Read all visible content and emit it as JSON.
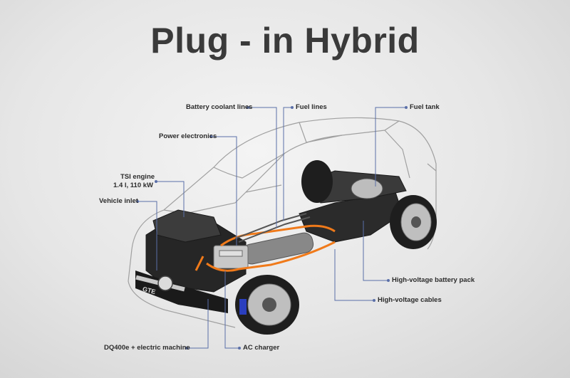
{
  "title": "Plug - in Hybrid",
  "labels": {
    "battery_coolant_lines": "Battery coolant lines",
    "fuel_lines": "Fuel lines",
    "fuel_tank": "Fuel tank",
    "power_electronics": "Power electronics",
    "tsi_engine_line1": "TSI engine",
    "tsi_engine_line2": "1.4 l, 110 kW",
    "vehicle_inlet": "Vehicle inlet",
    "hv_battery_pack": "High-voltage battery pack",
    "hv_cables": "High-voltage cables",
    "dq400e": "DQ400e + electric machine",
    "ac_charger": "AC charger",
    "badge_gte": "GTE"
  },
  "colors": {
    "leader_line": "#5a6fa8",
    "hv_cable": "#f07a1a",
    "chassis_dark": "#2a2a2a",
    "body_outline": "#9a9a9a"
  }
}
